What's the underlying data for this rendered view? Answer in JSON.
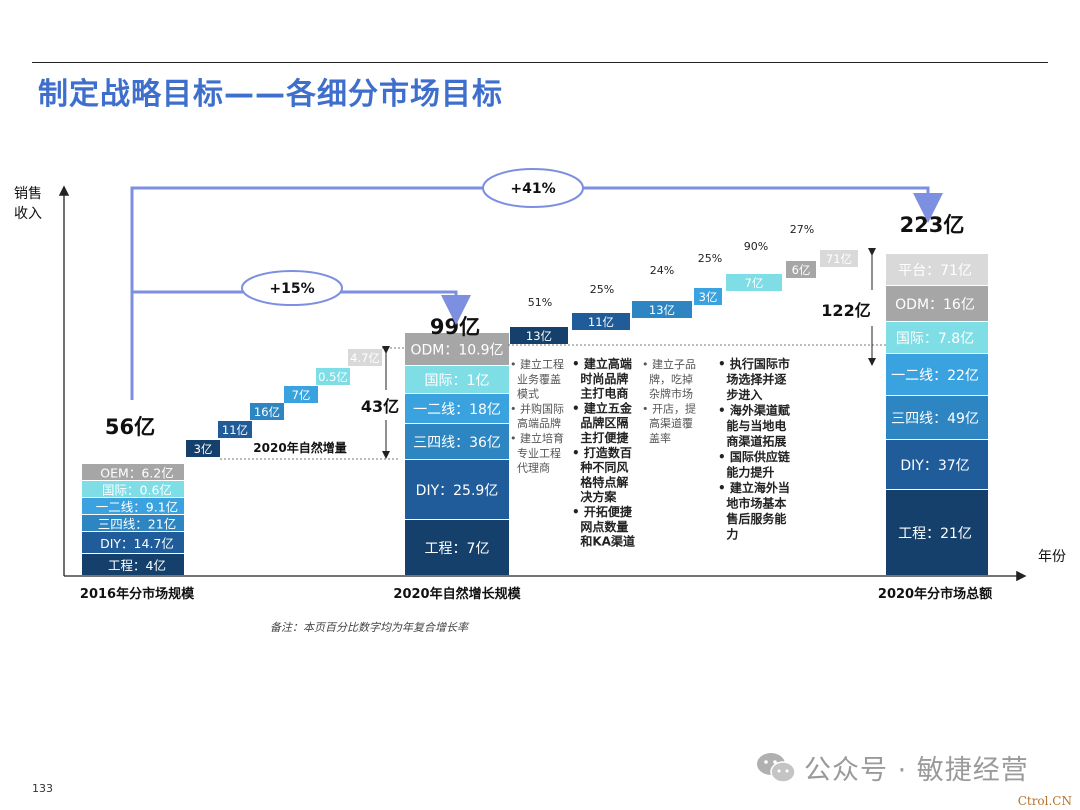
{
  "slide": {
    "title": "制定战略目标——各细分市场目标",
    "page_number": "133",
    "wechat_label": "公众号 · 敏捷经营",
    "source_mark": "Ctrol.CN"
  },
  "colors": {
    "title": "#3f6fcc",
    "navy": "#15406b",
    "dark_blue": "#1f5c99",
    "mid_blue": "#2d86c2",
    "bright_blue": "#3aa3df",
    "cyan": "#7fdde6",
    "dark_gray": "#a6a6a6",
    "light_gray": "#d9d9d9",
    "arrow": "#7c8fe0"
  },
  "chart_data": {
    "type": "bar",
    "yaxis_label": "销售收入",
    "xaxis_label": "年份",
    "note": "备注：本页百分比数字均为年复合增长率",
    "stacks": [
      {
        "name": "2016年分市场规模",
        "total_label": "56亿",
        "segments": [
          {
            "label": "工程：4亿",
            "value": 4
          },
          {
            "label": "DIY：14.7亿",
            "value": 14.7
          },
          {
            "label": "三四线：21亿",
            "value": 21
          },
          {
            "label": "一二线：9.1亿",
            "value": 9.1
          },
          {
            "label": "国际：0.6亿",
            "value": 0.6
          },
          {
            "label": "OEM：6.2亿",
            "value": 6.2
          }
        ]
      },
      {
        "name": "2020年自然增长规模",
        "total_label": "99亿",
        "segments": [
          {
            "label": "工程：7亿",
            "value": 7
          },
          {
            "label": "DIY：25.9亿",
            "value": 25.9
          },
          {
            "label": "三四线：36亿",
            "value": 36
          },
          {
            "label": "一二线：18亿",
            "value": 18
          },
          {
            "label": "国际：1亿",
            "value": 1
          },
          {
            "label": "ODM：10.9亿",
            "value": 10.9
          }
        ]
      },
      {
        "name": "2020年分市场总额",
        "total_label": "223亿",
        "segments": [
          {
            "label": "工程：21亿",
            "value": 21
          },
          {
            "label": "DIY：37亿",
            "value": 37
          },
          {
            "label": "三四线：49亿",
            "value": 49
          },
          {
            "label": "一二线：22亿",
            "value": 22
          },
          {
            "label": "国际：7.8亿",
            "value": 7.8
          },
          {
            "label": "ODM：16亿",
            "value": 16
          },
          {
            "label": "平台：71亿",
            "value": 71
          }
        ]
      }
    ],
    "natural_growth": {
      "label": "2020年自然增量",
      "total_label": "43亿",
      "steps": [
        {
          "label": "3亿",
          "value": 3
        },
        {
          "label": "11亿",
          "value": 11
        },
        {
          "label": "16亿",
          "value": 16
        },
        {
          "label": "7亿",
          "value": 7
        },
        {
          "label": "0.5亿",
          "value": 0.5
        },
        {
          "label": "4.7亿",
          "value": 4.7
        }
      ]
    },
    "target_growth": {
      "total_label": "122亿",
      "steps": [
        {
          "label": "13亿",
          "value": 13,
          "cagr": "51%"
        },
        {
          "label": "11亿",
          "value": 11,
          "cagr": "25%"
        },
        {
          "label": "13亿",
          "value": 13,
          "cagr": "24%"
        },
        {
          "label": "3亿",
          "value": 3,
          "cagr": "25%"
        },
        {
          "label": "7亿",
          "value": 7,
          "cagr": "90%"
        },
        {
          "label": "6亿",
          "value": 6,
          "cagr": "27%"
        },
        {
          "label": "71亿",
          "value": 71,
          "cagr": ""
        }
      ]
    },
    "growth_callouts": [
      {
        "label": "+15%"
      },
      {
        "label": "+41%"
      }
    ],
    "strategies": [
      [
        "• 建立工程",
        "  业务覆盖",
        "  模式",
        "• 并购国际",
        "  高端品牌",
        "• 建立培育",
        "  专业工程",
        "  代理商"
      ],
      [
        "• 建立高端",
        "  时尚品牌",
        "  主打电商",
        "• 建立五金",
        "  品牌区隔",
        "  主打便捷",
        "• 打造数百",
        "  种不同风",
        "  格特点解",
        "  决方案",
        "• 开拓便捷",
        "  网点数量",
        "  和KA渠道"
      ],
      [
        "• 建立子品",
        "  牌，吃掉",
        "  杂牌市场",
        "• 开店，提",
        "  高渠道覆",
        "  盖率"
      ],
      [
        "• 执行国际市",
        "  场选择并逐",
        "  步进入",
        "• 海外渠道赋",
        "  能与当地电",
        "  商渠道拓展",
        "• 国际供应链",
        "  能力提升",
        "• 建立海外当",
        "  地市场基本",
        "  售后服务能",
        "  力"
      ]
    ]
  }
}
